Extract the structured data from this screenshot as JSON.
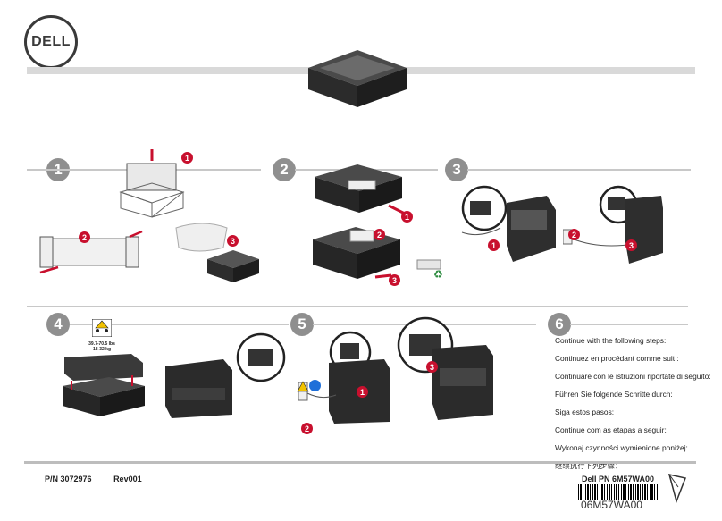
{
  "header": {
    "logo_text": "DELL"
  },
  "steps": [
    {
      "number": "1"
    },
    {
      "number": "2"
    },
    {
      "number": "3"
    },
    {
      "number": "4"
    },
    {
      "number": "5"
    },
    {
      "number": "6"
    }
  ],
  "callouts": [
    "1",
    "2",
    "3"
  ],
  "step4": {
    "weight_lbs": "39.7-70.5 lbs",
    "weight_kg": "18-32 kg"
  },
  "step6": {
    "lines": [
      "Continue with the following steps:",
      "Continuez en procédant comme suit :",
      "Continuare con le istruzioni riportate di seguito:",
      "Führen Sie folgende Schritte durch:",
      "Siga estos pasos:",
      "Continue com as etapas a seguir:",
      "Wykonaj czynności wymienione poniżej:",
      "继续执行下列步骤："
    ]
  },
  "footer": {
    "part_number": "P/N 3072976",
    "revision": "Rev001",
    "dell_pn": "Dell PN 6M57WA00",
    "barcode_text": "06M57WA00"
  }
}
